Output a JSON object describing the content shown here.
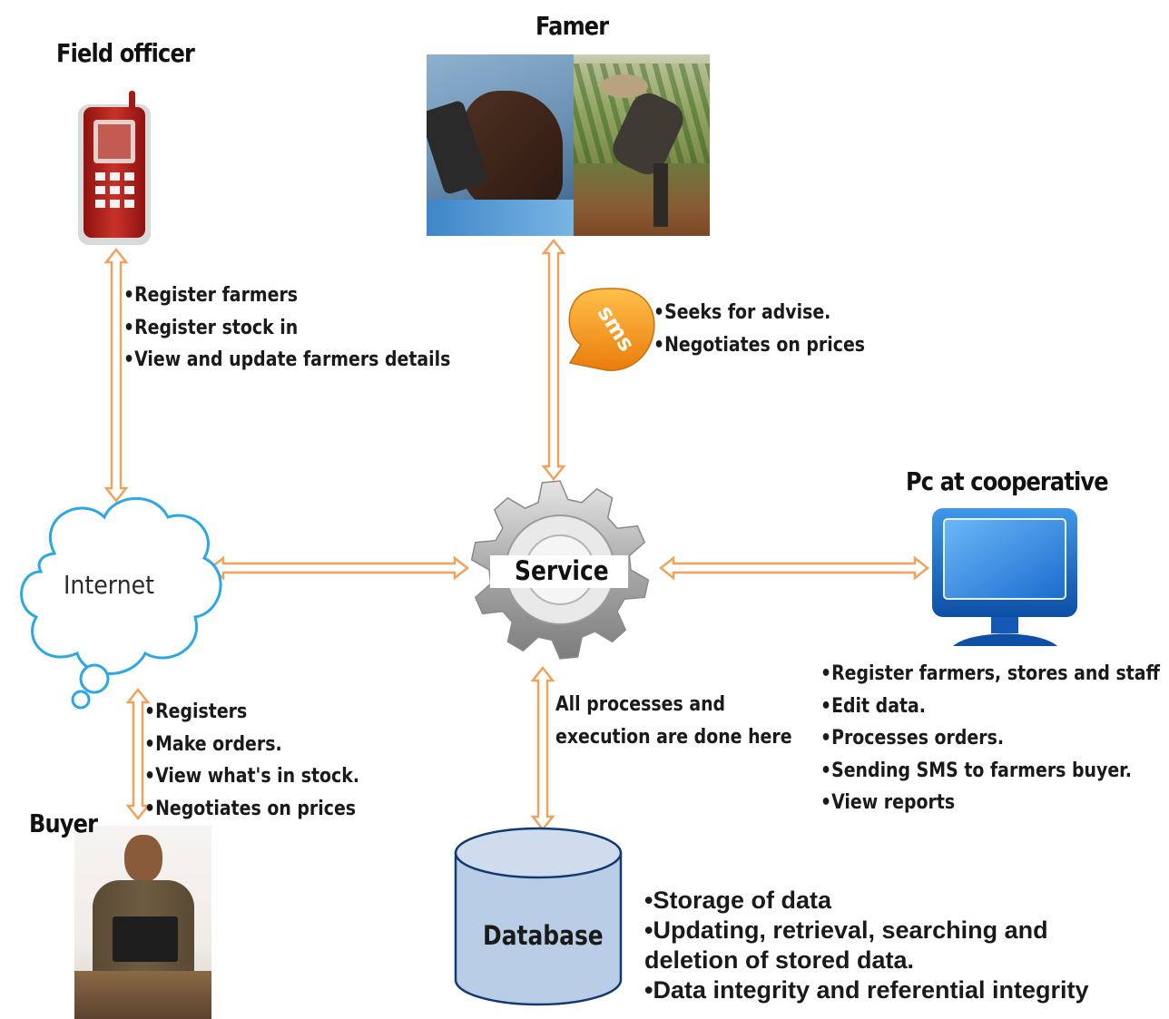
{
  "nodes": {
    "field_officer": {
      "title": "Field officer"
    },
    "farmer": {
      "title": "Famer"
    },
    "pc": {
      "title": "Pc at cooperative"
    },
    "buyer": {
      "title": "Buyer"
    },
    "internet": {
      "label": "Internet"
    },
    "service": {
      "label": "Service"
    },
    "database": {
      "label": "Database"
    },
    "sms_badge": {
      "label": "sms"
    }
  },
  "field_officer_actions": [
    "•Register farmers",
    "•Register stock in",
    "•View and update farmers details"
  ],
  "farmer_actions": [
    "•Seeks for advise.",
    "•Negotiates on prices"
  ],
  "buyer_actions": [
    "•Registers",
    "•Make orders.",
    "•View what's in stock.",
    "•Negotiates on prices"
  ],
  "service_note": [
    "All processes and",
    "execution are done here"
  ],
  "pc_actions": [
    "•Register farmers, stores and staff",
    "•Edit data.",
    "•Processes  orders.",
    "•Sending SMS to farmers buyer.",
    "•View reports"
  ],
  "database_actions": [
    "•Storage of data",
    "•Updating, retrieval, searching and",
    "deletion of stored data.",
    "•Data integrity and referential integrity"
  ],
  "colors": {
    "arrow": "#f0a25c",
    "cloud": "#2aa7e6",
    "phone": "#b3211c",
    "database_fill": "#b9cde6",
    "monitor": "#1c6fc7",
    "gear": "#9a9a9a",
    "sms": "#f4a01c"
  }
}
